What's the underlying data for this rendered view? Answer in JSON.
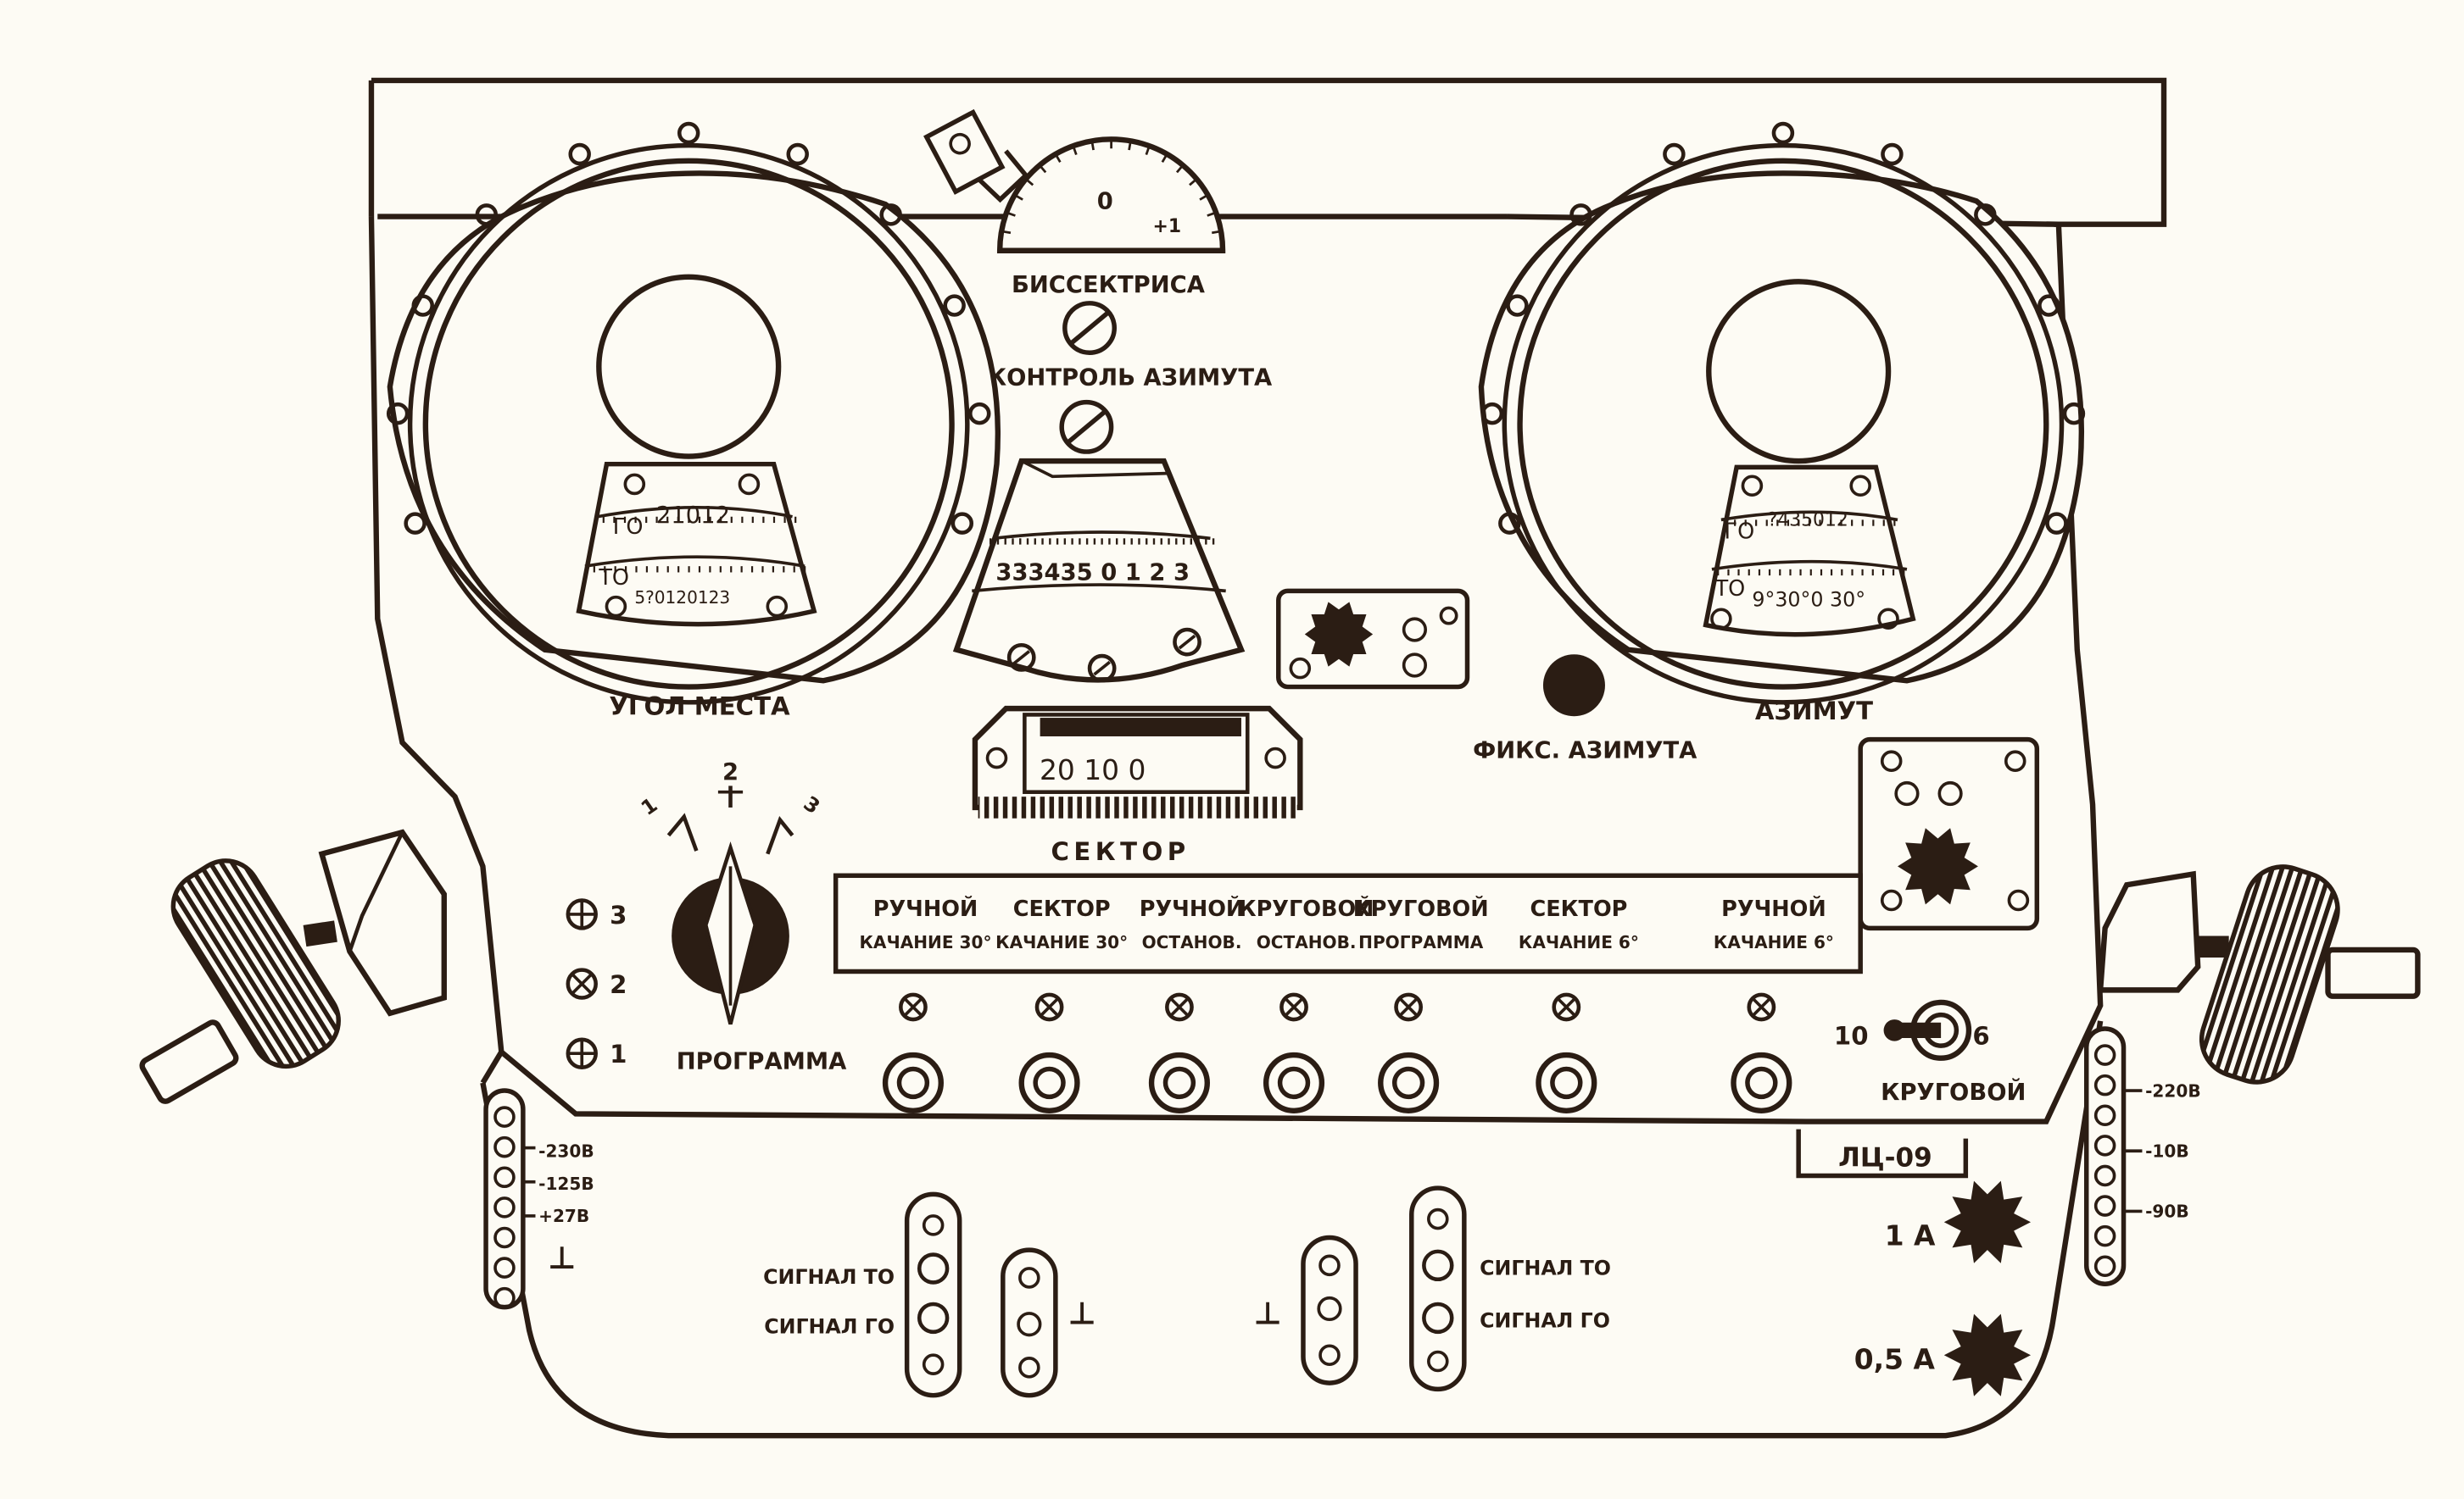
{
  "device_code": "ЛЦ-09",
  "left_dial": {
    "label": "УГОЛ МЕСТА",
    "row_go_tag": "ГО",
    "row_go_scale": "21012",
    "row_to_tag": "ТО",
    "row_to_scale": "5?0120123"
  },
  "right_dial": {
    "label": "АЗИМУТ",
    "row_go_tag": "ГО",
    "row_go_scale": "?435012",
    "row_to_tag": "ТО",
    "row_to_scale": "9°30°0 30°"
  },
  "bisector": {
    "label": "БИССЕКТРИСА",
    "zero_mark": "0",
    "right_mark": "+1"
  },
  "azimuth_control": {
    "label": "КОНТРОЛЬ АЗИМУТА",
    "scale_text": "333435 0 1 2 3"
  },
  "sector_indicator": {
    "label": "СЕКТОР",
    "scale_text": "20 10 0"
  },
  "azimuth_fix": {
    "label": "ФИКС. АЗИМУТА"
  },
  "program_selector": {
    "label": "ПРОГРАММА",
    "positions": [
      "1",
      "2",
      "3"
    ],
    "indicators": [
      "3",
      "2",
      "1"
    ]
  },
  "mode_buttons": [
    {
      "line1": "РУЧНОЙ",
      "line2": "КАЧАНИЕ 30°"
    },
    {
      "line1": "СЕКТОР",
      "line2": "КАЧАНИЕ 30°"
    },
    {
      "line1": "РУЧНОЙ",
      "line2": "ОСТАНОВ."
    },
    {
      "line1": "КРУГОВОЙ",
      "line2": "ОСТАНОВ."
    },
    {
      "line1": "КРУГОВОЙ",
      "line2": "ПРОГРАММА"
    },
    {
      "line1": "СЕКТОР",
      "line2": "КАЧАНИЕ 6°"
    },
    {
      "line1": "РУЧНОЙ",
      "line2": "КАЧАНИЕ 6°"
    }
  ],
  "circular_switch": {
    "label": "КРУГОВОЙ",
    "left": "10",
    "right": "6"
  },
  "fuses": [
    {
      "label": "1 А"
    },
    {
      "label": "0,5 А"
    }
  ],
  "left_connector": {
    "pins": [
      "-230В",
      "-125В",
      "+27В"
    ]
  },
  "right_connector": {
    "pins": [
      "-220В",
      "-10В",
      "-90В"
    ]
  },
  "signal_left": {
    "to": "СИГНАЛ ТО",
    "go": "СИГНАЛ ГО"
  },
  "signal_right": {
    "to": "СИГНАЛ ТО",
    "go": "СИГНАЛ ГО"
  },
  "ground_symbol": "⊥"
}
